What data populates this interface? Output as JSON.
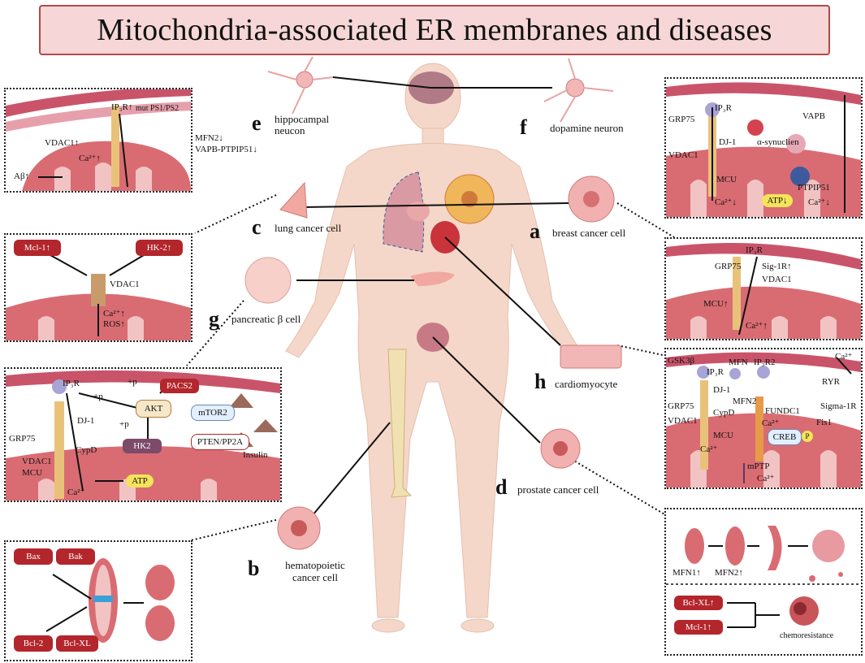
{
  "title": "Mitochondria-associated ER membranes and diseases",
  "letters": {
    "a": "a",
    "b": "b",
    "c": "c",
    "d": "d",
    "e": "e",
    "f": "f",
    "g": "g",
    "h": "h"
  },
  "cells": {
    "hippocampal": "hippocampal neucon",
    "dopamine": "dopamine neuron",
    "lung": "lung cancer cell",
    "breast": "breast cancer cell",
    "pancreatic": "pancreatic β cell",
    "cardiomyocyte": "cardiomyocyte",
    "prostate": "prostate cancer cell",
    "hematopoietic": "hematopoietic cancer cell"
  },
  "panel_e": {
    "ip3r": "IP₃R↑",
    "mut": "mut PS1/PS2",
    "vdac": "VDAC1↑",
    "mfn2": "MFN2↓",
    "vapb": "VAPB-PTPIP51↓",
    "ab": "Aβ↑",
    "ca": "Ca²⁺↑"
  },
  "panel_f": {
    "ip3r": "IP₃R",
    "grp75": "GRP75",
    "vdac": "VDAC1",
    "dj1": "DJ-1",
    "syn": "α-synuclien",
    "vapb": "VAPB",
    "mcu": "MCU",
    "ptpip": "PTPIP51",
    "ca_left": "Ca²⁺↓",
    "atp": "ATP↓",
    "ca_right": "Ca²⁺↓"
  },
  "panel_c": {
    "mcl": "Mcl-1↑",
    "hk2": "HK-2↑",
    "vdac": "VDAC1",
    "ca": "Ca²⁺↑",
    "ros": "ROS↑"
  },
  "panel_a": {
    "ip3r": "IP₃R",
    "grp75": "GRP75",
    "sig": "Sig-1R↑",
    "vdac": "VDAC1",
    "mcu": "MCU↑",
    "ca": "Ca²⁺↑"
  },
  "panel_g": {
    "ip3r": "IP₃R",
    "p1": "+p",
    "p2": "+p",
    "p3": "+p",
    "pacs2": "PACS2",
    "akt": "AKT",
    "mtor": "mTOR2",
    "dj1": "DJ-1",
    "grp75": "GRP75",
    "hk2": "HK2",
    "pten": "PTEN/PP2A",
    "insulin": "Insulin",
    "cypd": "CypD",
    "vdac": "VDAC1",
    "mcu": "MCU",
    "ca": "Ca²⁺",
    "atp": "ATP"
  },
  "panel_h": {
    "gsk": "GSK3β",
    "ip3r": "IP₃R",
    "grp75": "GRP75",
    "dj1": "DJ-1",
    "vdac": "VDAC1",
    "cypd": "CypD",
    "mcu": "MCU",
    "ca": "Ca²⁺",
    "mfn": "MFN",
    "ip3r2": "IP₃R2",
    "mfn2": "MFN2",
    "fundc1": "FUNDC1",
    "ca2": "Ca²⁺",
    "creb": "CREB",
    "p": "P",
    "fis1": "Fis1",
    "ca3": "Ca²⁺",
    "ryr": "RYR",
    "sigma": "Sigma-1R",
    "mptp": "mPTP",
    "ca4": "Ca²⁺"
  },
  "panel_b": {
    "bax": "Bax",
    "bak": "Bak",
    "bcl2": "Bcl-2",
    "bclxl": "Bcl-XL"
  },
  "panel_d": {
    "mfn1": "MFN1↑",
    "mfn2": "MFN2↑",
    "bclxl": "Bcl-XL↑",
    "mcl": "Mcl-1↑",
    "chemo": "chemoresistance"
  },
  "colors": {
    "er": "#c9546a",
    "mito": "#d96c72",
    "mito_light": "#f2c3c3",
    "body": "#f4d7c8",
    "red": "#b3262c",
    "yellow": "#f5e45a",
    "title_bg": "#f6d6d6"
  }
}
